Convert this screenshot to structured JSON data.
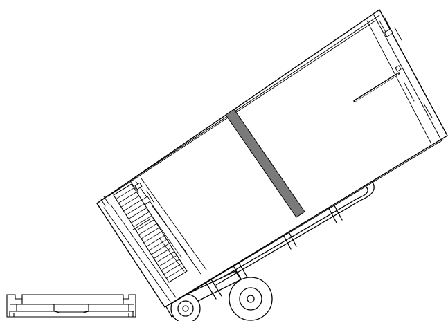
{
  "diagram": {
    "view": "appliance-tilted-on-hand-truck-line-drawing",
    "parts": [
      {
        "id": "appliance-cabinet",
        "type": "refrigerator-body"
      },
      {
        "id": "front-grille",
        "type": "vent-grille"
      },
      {
        "id": "retaining-strap",
        "type": "strap"
      },
      {
        "id": "hand-truck",
        "type": "dolly"
      },
      {
        "id": "hand-truck-wheels",
        "type": "wheel",
        "count": 2
      },
      {
        "id": "base-part",
        "type": "detached-base-panel"
      }
    ],
    "colors": {
      "line": "#000000",
      "strap": "#7a7a7a",
      "background": "#ffffff"
    }
  }
}
